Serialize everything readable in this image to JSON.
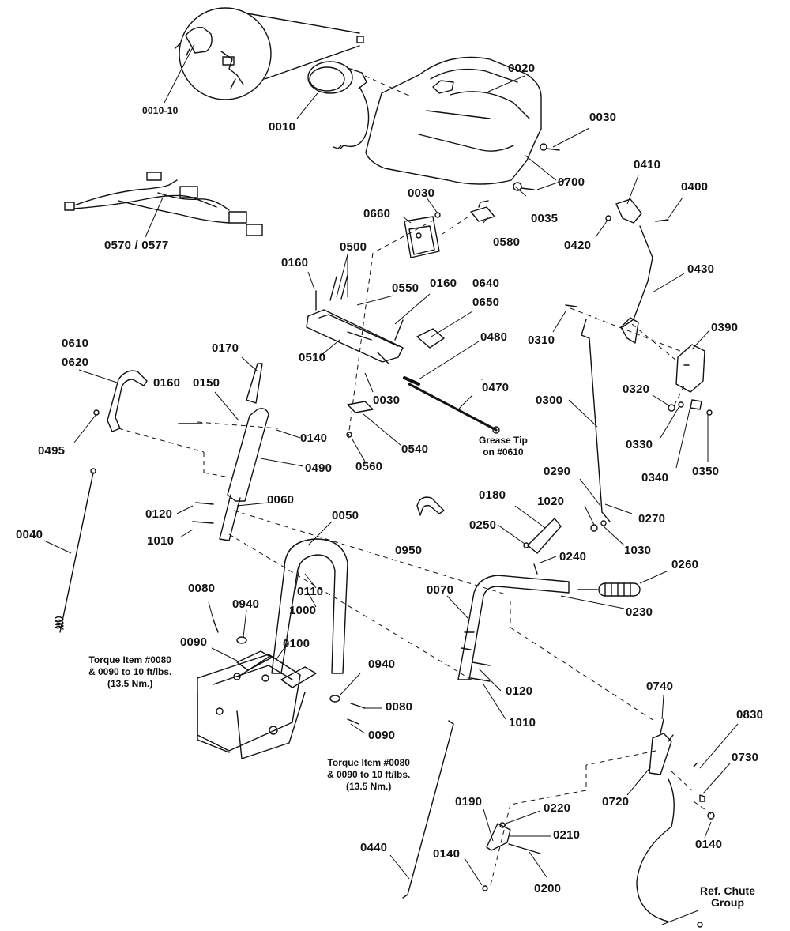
{
  "labels": {
    "p0010_10": "0010-10",
    "p0010": "0010",
    "p0020": "0020",
    "p0030a": "0030",
    "p0030b": "0030",
    "p0030c": "0030",
    "p0035": "0035",
    "p0040": "0040",
    "p0050": "0050",
    "p0060": "0060",
    "p0070": "0070",
    "p0080a": "0080",
    "p0080b": "0080",
    "p0090a": "0090",
    "p0090b": "0090",
    "p0100": "0100",
    "p0110": "0110",
    "p0120a": "0120",
    "p0120b": "0120",
    "p0140a": "0140",
    "p0140b": "0140",
    "p0140c": "0140",
    "p0150": "0150",
    "p0160a": "0160",
    "p0160b": "0160",
    "p0160c": "0160",
    "p0170": "0170",
    "p0180": "0180",
    "p0190": "0190",
    "p0200": "0200",
    "p0210": "0210",
    "p0220": "0220",
    "p0230": "0230",
    "p0240": "0240",
    "p0250": "0250",
    "p0260": "0260",
    "p0270": "0270",
    "p0290": "0290",
    "p0300": "0300",
    "p0310": "0310",
    "p0320": "0320",
    "p0330": "0330",
    "p0340": "0340",
    "p0350": "0350",
    "p0390": "0390",
    "p0400": "0400",
    "p0410": "0410",
    "p0420": "0420",
    "p0430": "0430",
    "p0440": "0440",
    "p0470": "0470",
    "p0480": "0480",
    "p0490": "0490",
    "p0495": "0495",
    "p0500": "0500",
    "p0510": "0510",
    "p0540": "0540",
    "p0550": "0550",
    "p0560": "0560",
    "p0570": "0570 / 0577",
    "p0580": "0580",
    "p0610": "0610",
    "p0620": "0620",
    "p0640": "0640",
    "p0650": "0650",
    "p0660": "0660",
    "p0700": "0700",
    "p0720": "0720",
    "p0730": "0730",
    "p0740": "0740",
    "p0830": "0830",
    "p0940a": "0940",
    "p0940b": "0940",
    "p0950": "0950",
    "p1000": "1000",
    "p1010a": "1010",
    "p1010b": "1010",
    "p1020": "1020",
    "p1030": "1030"
  },
  "notes": {
    "grease_tip": "Grease Tip\non #0610",
    "torque_left": "Torque Item #0080\n& 0090 to 10 ft/lbs.\n(13.5 Nm.)",
    "torque_right": "Torque Item #0080\n& 0090 to 10 ft/lbs.\n(13.5 Nm.)",
    "ref_chute": "Ref. Chute\nGroup"
  }
}
